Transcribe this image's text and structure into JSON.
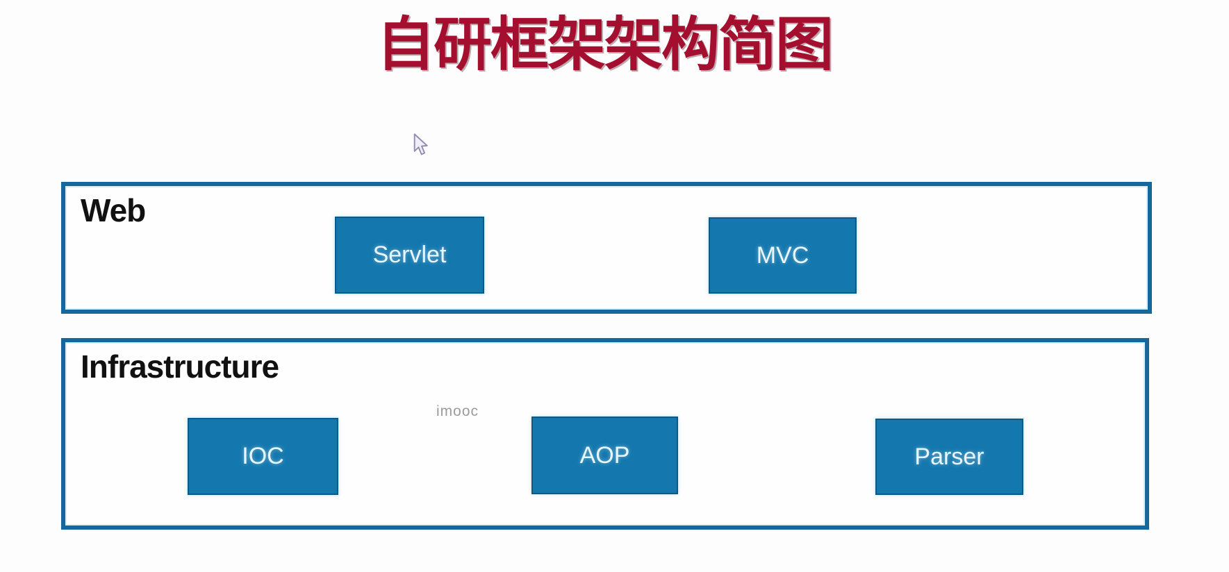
{
  "title": {
    "text": "自研框架架构简图",
    "color": "#a50f2f"
  },
  "diagram": {
    "layers": [
      {
        "label": "Web",
        "boxes": [
          {
            "label": "Servlet"
          },
          {
            "label": "MVC"
          }
        ]
      },
      {
        "label": "Infrastructure",
        "boxes": [
          {
            "label": "IOC"
          },
          {
            "label": "AOP"
          },
          {
            "label": "Parser"
          }
        ]
      }
    ]
  },
  "watermark": {
    "text": "imooc",
    "color": "#9b9b9b"
  },
  "icons": {
    "cursor": "mouse-pointer-icon"
  },
  "colors": {
    "page_background": "#fdfdfd",
    "title_red": "#a50f2f",
    "container_border_blue": "#15679c",
    "node_fill_blue": "#1478ae",
    "node_border_blue": "#0d5a85",
    "node_text": "#e8f6ff",
    "section_label_black": "#111111",
    "watermark_gray": "#9b9b9b"
  }
}
